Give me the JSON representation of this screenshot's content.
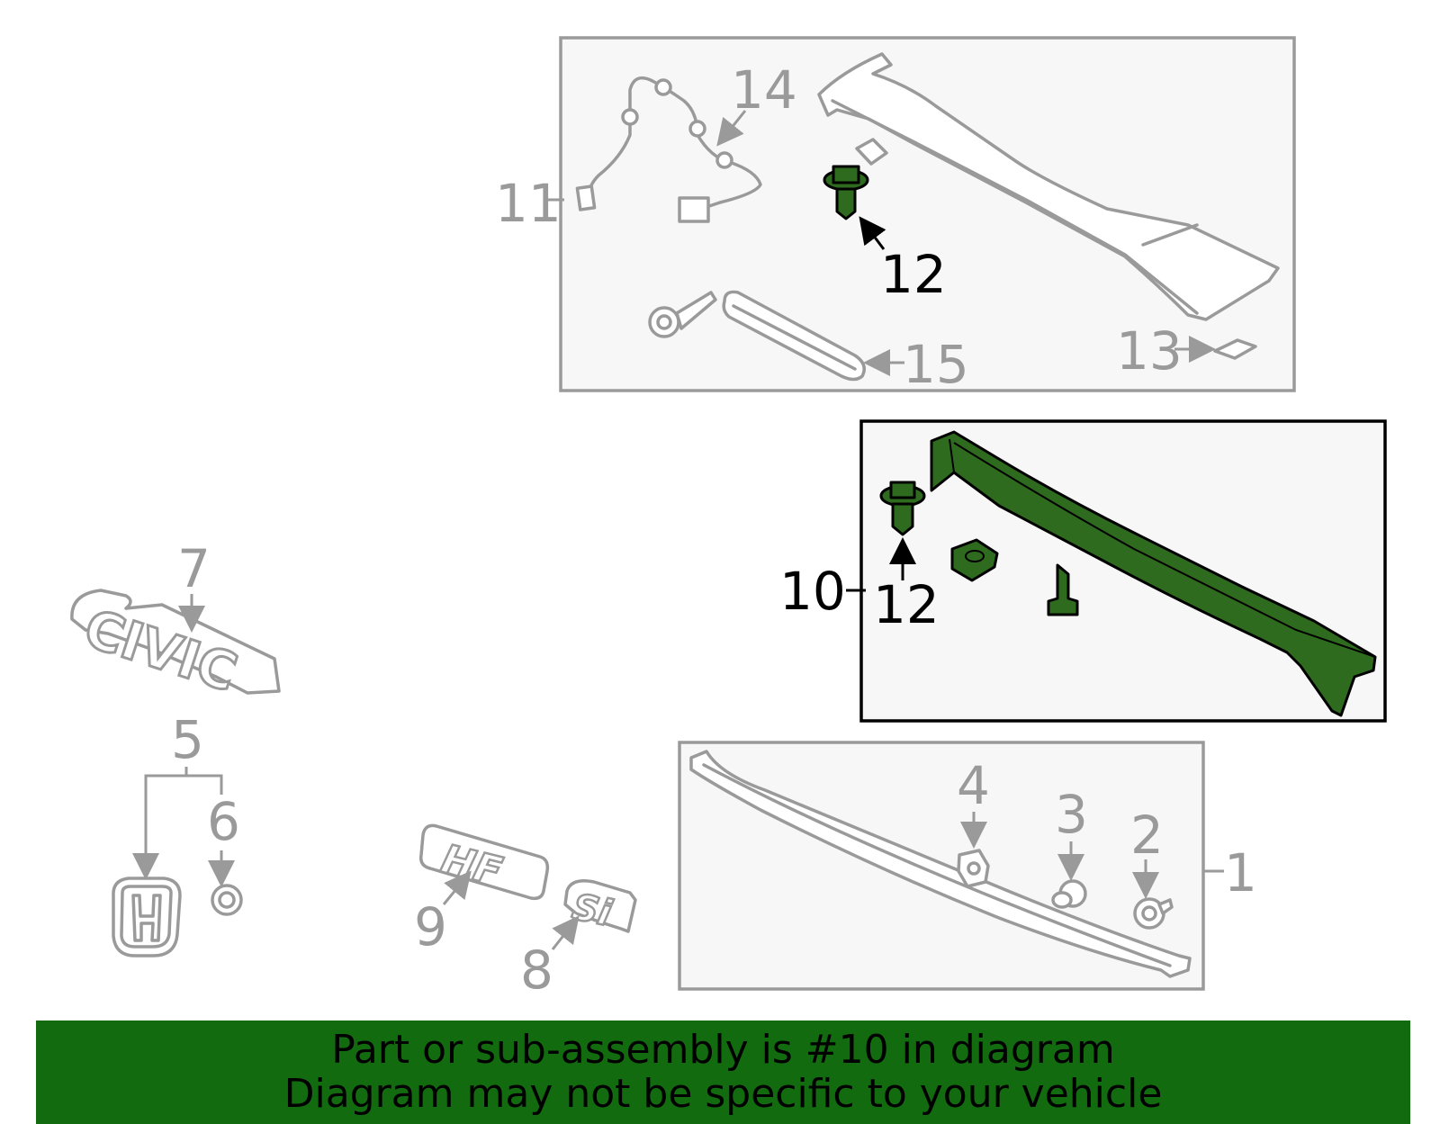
{
  "labels": {
    "p1": "1",
    "p2": "2",
    "p3": "3",
    "p4": "4",
    "p5": "5",
    "p6": "6",
    "p7": "7",
    "p8": "8",
    "p9": "9",
    "p10": "10",
    "p11": "11",
    "p12a": "12",
    "p12b": "12",
    "p13": "13",
    "p14": "14",
    "p15": "15"
  },
  "highlighted_part": "10",
  "colors": {
    "highlight": "#2e6b1f",
    "footer": "#136b0f",
    "part_line": "#9a9a9a"
  },
  "footer": {
    "line1": "Part or sub-assembly is #10 in diagram",
    "line2": "Diagram may not be specific to your vehicle"
  }
}
